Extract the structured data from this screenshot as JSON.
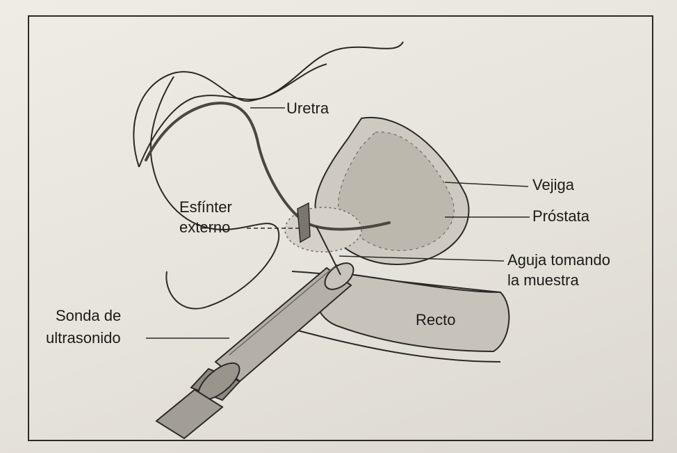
{
  "figure": {
    "labels": {
      "uretra": "Uretra",
      "vejiga": "Vejiga",
      "prostata": "Próstata",
      "esfinter_line1": "Esfínter",
      "esfinter_line2": "externo",
      "aguja_line1": "Aguja tomando",
      "aguja_line2": "la muestra",
      "sonda_line1": "Sonda de",
      "sonda_line2": "ultrasonido",
      "recto": "Recto"
    },
    "colors": {
      "line": "#2b2926",
      "tissue": "#d8d4cc",
      "bladder": "#c9c4bb",
      "probe": "#a9a49b",
      "probe_dark": "#6f6a62"
    }
  }
}
